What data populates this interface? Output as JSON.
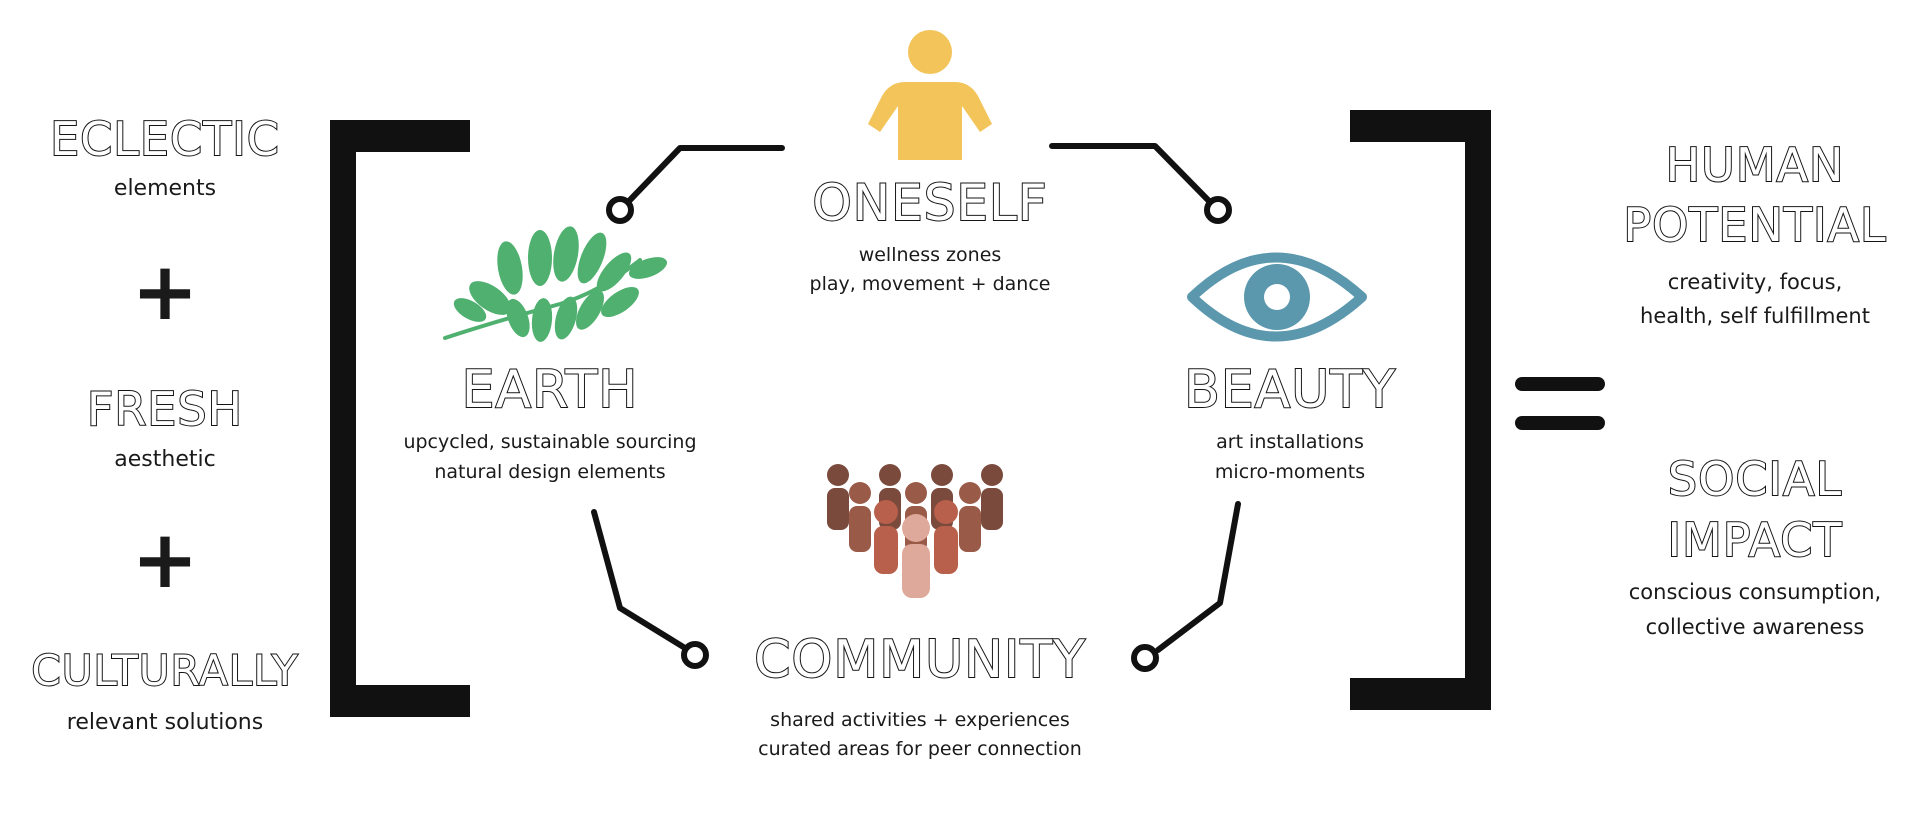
{
  "left": {
    "eclectic": {
      "title": "ECLECTIC",
      "sub": "elements"
    },
    "plus1": "+",
    "fresh": {
      "title": "FRESH",
      "sub": "aesthetic"
    },
    "plus2": "+",
    "culturally": {
      "title": "CULTURALLY",
      "sub": "relevant solutions"
    }
  },
  "nodes": {
    "oneself": {
      "title": "ONESELF",
      "lines": [
        "wellness zones",
        "play, movement + dance"
      ],
      "icon": "person-icon"
    },
    "earth": {
      "title": "EARTH",
      "lines": [
        "upcycled, sustainable sourcing",
        "natural design elements"
      ],
      "icon": "leaf-icon"
    },
    "beauty": {
      "title": "BEAUTY",
      "lines": [
        "art installations",
        "micro-moments"
      ],
      "icon": "eye-icon"
    },
    "community": {
      "title": "COMMUNITY",
      "lines": [
        "shared activities + experiences",
        "curated areas for peer connection"
      ],
      "icon": "people-group-icon"
    }
  },
  "right": {
    "human": {
      "title_lines": [
        "HUMAN",
        "POTENTIAL"
      ],
      "lines": [
        "creativity, focus,",
        "health, self fulfillment"
      ]
    },
    "social": {
      "title_lines": [
        "SOCIAL",
        "IMPACT"
      ],
      "lines": [
        "conscious consumption,",
        "collective awareness"
      ]
    }
  },
  "colors": {
    "person": "#f2c45a",
    "leaf": "#4fb06f",
    "eye": "#5b98ad",
    "people_dark": "#7a4a3d",
    "people_mid": "#b8604b",
    "people_light": "#dea99a",
    "ink": "#111111"
  }
}
